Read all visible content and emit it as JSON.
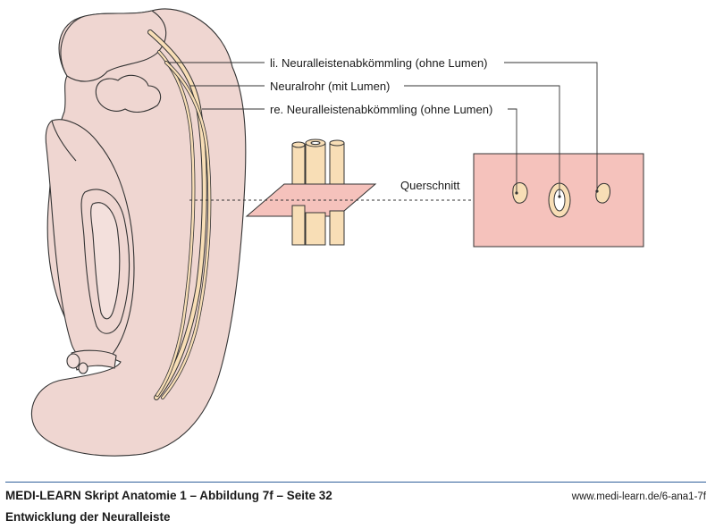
{
  "labels": {
    "left_derivative": "li. Neuralleistenabkömmling (ohne Lumen)",
    "neural_tube": "Neuralrohr (mit Lumen)",
    "right_derivative": "re. Neuralleistenabkömmling (ohne Lumen)",
    "cross_section": "Querschnitt"
  },
  "caption": {
    "title": "MEDI-LEARN Skript Anatomie 1 – Abbildung 7f – Seite 32",
    "url": "www.medi-learn.de/6-ana1-7f",
    "subtitle": "Entwicklung der Neuralleiste"
  },
  "colors": {
    "embryo": "#efd6d1",
    "neural_structures": "#f8deb6",
    "section_plane": "#f5c2bc",
    "outline": "#333333",
    "rule": "#2f5f9a"
  }
}
